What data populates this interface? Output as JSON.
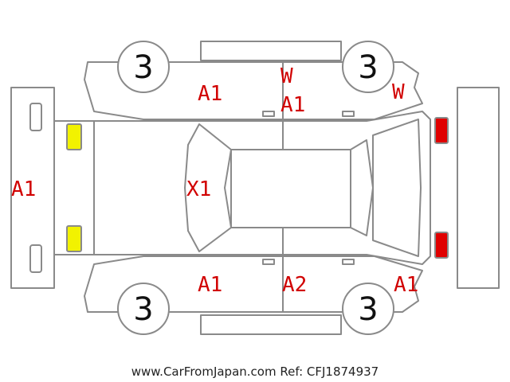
{
  "inspection": {
    "wheels": [
      "3",
      "3",
      "3",
      "3"
    ],
    "marks": {
      "front_bumper": "A1",
      "left_front_fender": "A1",
      "left_rear_fender_upper": "W",
      "left_rear_door_lower": "A1",
      "right_rear_fender": "W",
      "hood": "X1",
      "right_front_fender": "A1",
      "right_rear_door": "A2",
      "right_rear_quarter": "A1"
    },
    "colors": {
      "mark_red": "#d10000",
      "front_lamp_yellow": "#f2f200",
      "rear_lamp_red": "#e00000",
      "outline_gray": "#8a8a8a"
    }
  },
  "footer": "www.CarFromJapan.com Ref: CFJ1874937"
}
